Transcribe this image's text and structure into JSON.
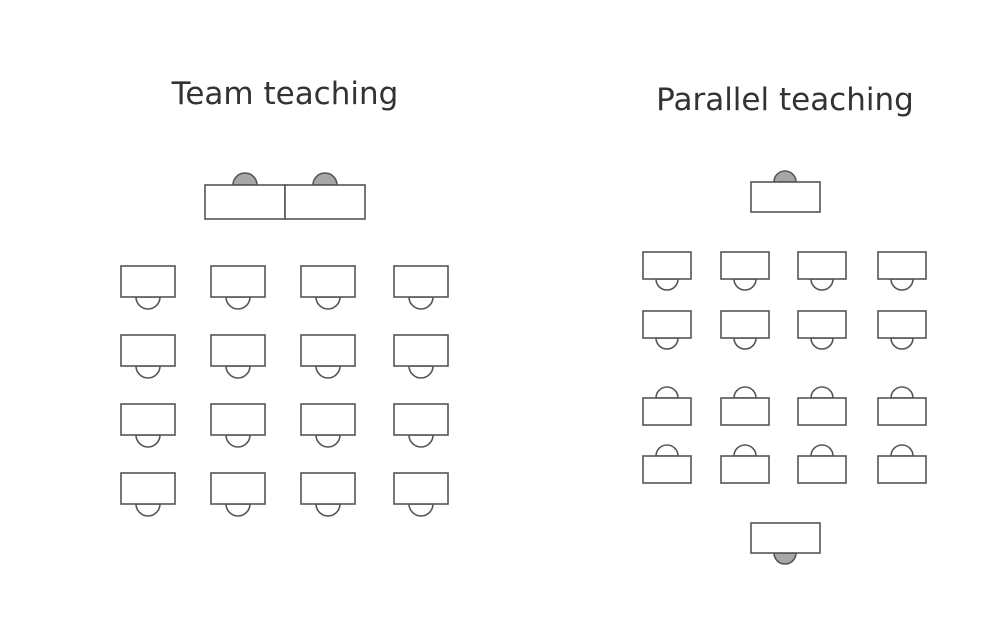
{
  "panels": [
    {
      "title": "Team teaching",
      "teacher_count": 2,
      "student_rows": 4,
      "student_cols": 4
    },
    {
      "title": "Parallel teaching",
      "teacher_count": 2,
      "student_rows": 4,
      "student_cols": 4
    }
  ],
  "colors": {
    "teacher_seat": "#a7a7a7",
    "student_seat": "#ffffff",
    "outline": "#555555",
    "text": "#333333"
  }
}
